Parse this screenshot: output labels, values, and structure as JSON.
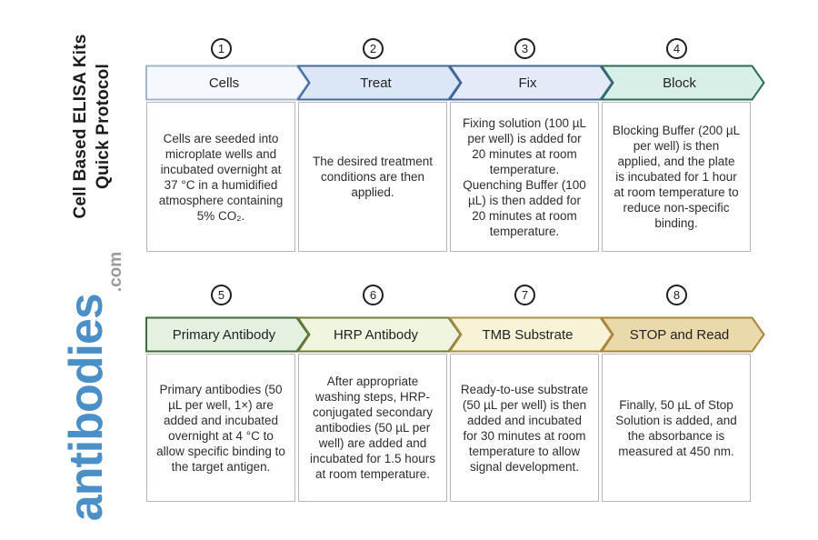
{
  "branding": {
    "title_line1": "Cell Based ELISA Kits",
    "title_line2": "Quick Protocol",
    "logo_text": "antibodies",
    "logo_domain": ".com",
    "logo_color": "#4a8fc7",
    "logo_domain_color": "#9a9a9a"
  },
  "steps": [
    {
      "number": "1",
      "label": "Cells",
      "fill": "#f5f8fc",
      "border": "#9fb6cf",
      "description": "Cells are seeded into microplate wells and incubated overnight at 37 °C in a humidified atmosphere containing 5% CO₂."
    },
    {
      "number": "2",
      "label": "Treat",
      "fill": "#dbe7f6",
      "border": "#40689e",
      "description": "The desired treatment conditions are then applied."
    },
    {
      "number": "3",
      "label": "Fix",
      "fill": "#e5eaf8",
      "border": "#40689e",
      "description": "Fixing solution (100 µL per well) is added for 20 minutes at room temperature. Quenching Buffer (100 µL) is then added for 20 minutes at room temperature."
    },
    {
      "number": "4",
      "label": "Block",
      "fill": "#d8efe8",
      "border": "#2e6a5c",
      "description": "Blocking Buffer (200 µL per well) is then applied, and the plate is incubated for 1 hour at room temperature to reduce non-specific binding."
    },
    {
      "number": "5",
      "label": "Primary Antibody",
      "fill": "#e4f1e1",
      "border": "#3c6b36",
      "description": "Primary antibodies (50 µL per well, 1×) are added and incubated overnight at 4 °C to allow specific binding to the target antigen."
    },
    {
      "number": "6",
      "label": "HRP Antibody",
      "fill": "#eff5df",
      "border": "#6f7c35",
      "description": "After appropriate washing steps, HRP-conjugated secondary antibodies (50 µL per well) are added and incubated for 1.5 hours at room temperature."
    },
    {
      "number": "7",
      "label": "TMB Substrate",
      "fill": "#f7f3d7",
      "border": "#ae8f49",
      "description": "Ready-to-use substrate (50 µL per well) is then added and incubated for 30 minutes at room temperature to allow signal development."
    },
    {
      "number": "8",
      "label": "STOP and Read",
      "fill": "#ead9ab",
      "border": "#a9833b",
      "description": "Finally, 50 µL of Stop Solution is added, and the absorbance is measured at 450 nm."
    }
  ],
  "colors": {
    "circle_border": "#1f1f1f",
    "box_border": "#b7b7b7",
    "text": "#2d2d2d"
  }
}
